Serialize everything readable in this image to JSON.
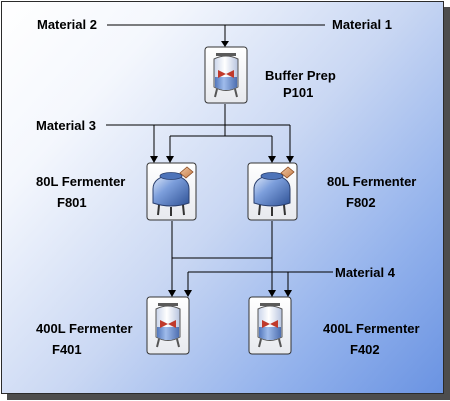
{
  "materials": {
    "m1": "Material 1",
    "m2": "Material 2",
    "m3": "Material 3",
    "m4": "Material 4"
  },
  "units": {
    "p101": {
      "name": "Buffer Prep",
      "id": "P101",
      "icon": "mixing-tank-icon"
    },
    "f801": {
      "name": "80L Fermenter",
      "id": "F801",
      "icon": "fermenter-vessel-icon"
    },
    "f802": {
      "name": "80L Fermenter",
      "id": "F802",
      "icon": "fermenter-vessel-icon"
    },
    "f401": {
      "name": "400L Fermenter",
      "id": "F401",
      "icon": "mixing-tank-icon"
    },
    "f402": {
      "name": "400L Fermenter",
      "id": "F402",
      "icon": "mixing-tank-icon"
    }
  },
  "colors": {
    "background_light": "#ffffff",
    "background_dark": "#6a93e2",
    "vessel_body": "#4f79c4",
    "agitator": "#c0392b"
  }
}
